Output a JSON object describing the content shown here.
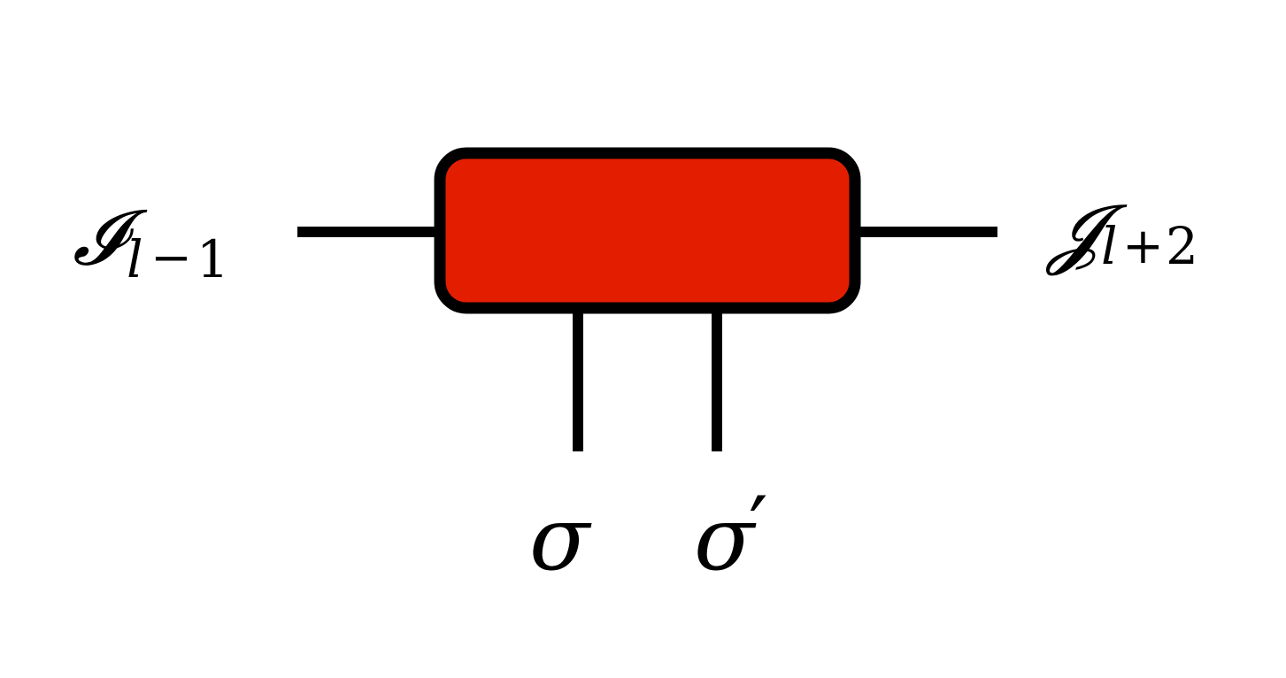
{
  "colors": {
    "tensor_fill": "#e31e00",
    "stroke": "#000000",
    "background": "#ffffff"
  },
  "labels": {
    "left_index": {
      "symbol": "𝓘",
      "subscript_var": "l",
      "subscript_op": "−",
      "subscript_num": "1"
    },
    "right_index": {
      "symbol": "𝓙",
      "subscript_var": "l",
      "subscript_op": "+",
      "subscript_num": "2"
    },
    "bottom_left": {
      "symbol": "σ"
    },
    "bottom_right": {
      "symbol": "σ",
      "prime": "′"
    }
  }
}
